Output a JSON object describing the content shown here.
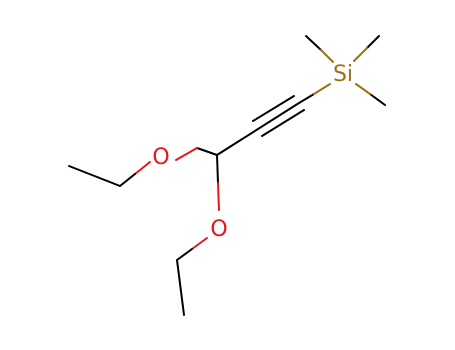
{
  "molecule": {
    "atoms": [
      {
        "id": "si",
        "symbol": "Si",
        "color": "#9b7312"
      },
      {
        "id": "o1",
        "symbol": "O",
        "color": "#e0191a"
      },
      {
        "id": "o2",
        "symbol": "O",
        "color": "#e0191a"
      }
    ],
    "colors": {
      "bond": "#000000",
      "silicon": "#9b7312",
      "oxygen": "#e0191a",
      "background": "#ffffff"
    }
  }
}
